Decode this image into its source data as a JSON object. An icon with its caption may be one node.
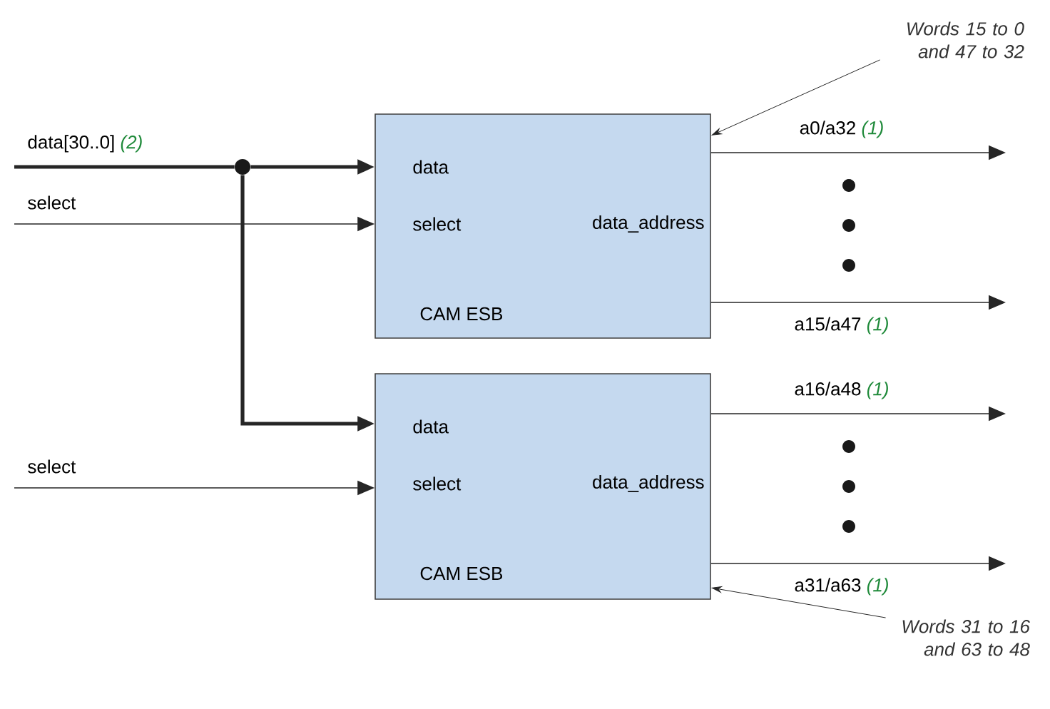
{
  "diagram": {
    "nodes": [
      {
        "text": [
          "data",
          "select",
          "data_address",
          "CAM ESB"
        ]
      },
      {
        "text": [
          "data",
          "select",
          "data_address",
          "CAM ESB"
        ]
      },
      {
        "text": [
          "Words 15 to 0 and 47 to 32"
        ]
      },
      {
        "text": [
          "Words 31 to 16 and 63 to 48"
        ]
      },
      {
        "text": [],
        "shape": "circle"
      }
    ],
    "edges": [
      {
        "from": null,
        "to": 4,
        "arrow": "none",
        "style": "thick",
        "label": "data[30..0] *(2)*"
      },
      {
        "from": 4,
        "to": 0,
        "arrow": "to",
        "style": "thick"
      },
      {
        "from": 4,
        "to": 1,
        "arrow": "to",
        "style": "thick"
      },
      {
        "from": null,
        "to": 0,
        "arrow": "to",
        "label": "select"
      },
      {
        "from": null,
        "to": 1,
        "arrow": "to",
        "label": "select"
      },
      {
        "from": 0,
        "to": null,
        "arrow": "to",
        "label": "a0/a32 *(1)*"
      },
      {
        "from": 0,
        "to": null,
        "arrow": "to",
        "label": "a15/a47 *(1)*"
      },
      {
        "from": 1,
        "to": null,
        "arrow": "to",
        "label": "a16/a48 *(1)*"
      },
      {
        "from": 1,
        "to": null,
        "arrow": "to",
        "label": "a31/a63 *(1)*"
      },
      {
        "from": 2,
        "to": 0,
        "arrow": "to"
      },
      {
        "from": 3,
        "to": 1,
        "arrow": "to"
      }
    ]
  }
}
